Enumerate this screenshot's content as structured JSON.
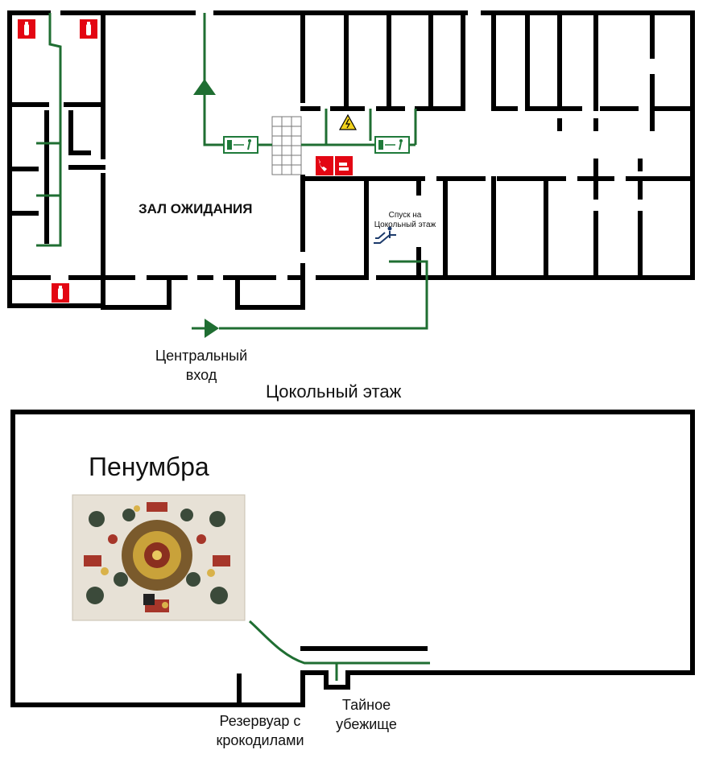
{
  "upper_floor": {
    "waiting_hall_label": "ЗАЛ ОЖИДАНИЯ",
    "descent_label_line1": "Спуск на",
    "descent_label_line2": "Цокольный этаж",
    "central_entrance_line1": "Центральный",
    "central_entrance_line2": "вход"
  },
  "basement": {
    "title": "Цокольный этаж",
    "exhibit_title": "Пенумбра",
    "crocodile_reservoir_line1": "Резервуар с",
    "crocodile_reservoir_line2": "крокодилами",
    "secret_shelter_line1": "Тайное",
    "secret_shelter_line2": "убежище"
  },
  "icons": {
    "fire_extinguisher": "fire-extinguisher-icon",
    "emergency_exit": "emergency-exit-icon",
    "high_voltage": "high-voltage-warning-icon",
    "fire_phone": "fire-phone-icon",
    "escalator": "escalator-icon",
    "route_arrow": "route-arrow-icon"
  },
  "colors": {
    "walls": "#000000",
    "route": "#1f6e32",
    "fire_safety": "#e30613",
    "exit_sign": "#1f7a3a",
    "warning": "#f2d21b"
  }
}
